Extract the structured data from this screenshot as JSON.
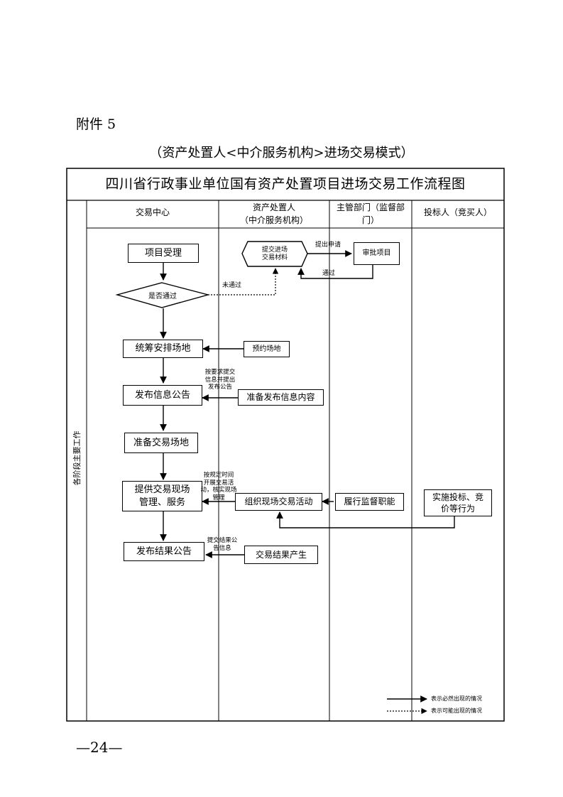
{
  "attachment_label": "附件 5",
  "subtitle": "（资产处置人<中介服务机构>进场交易模式）",
  "title": "四川省行政事业单位国有资产处置项目进场交易工作流程图",
  "columns": {
    "side_label": "各阶段主要工作",
    "trading_center": "交易中心",
    "disposer_line1": "资产处置人",
    "disposer_line2": "（中介服务机构）",
    "authority_line1": "主管部门（监督部",
    "authority_line2": "门）",
    "bidder": "投标人（竞买人）"
  },
  "nodes": {
    "accept": "项目受理",
    "pass_check": "是否通过",
    "submit_line1": "提交进场",
    "submit_line2": "交易材料",
    "approve": "审批项目",
    "schedule_venue": "统筹安排场地",
    "reserve_venue": "预约场地",
    "publish_notice": "发布信息公告",
    "prepare_info": "准备发布信息内容",
    "prepare_venue": "准备交易场地",
    "provide_line1": "提供交易现场",
    "provide_line2": "管理、服务",
    "organize": "组织现场交易活动",
    "supervise": "履行监督职能",
    "bidding_line1": "实施投标、竞",
    "bidding_line2": "价等行为",
    "publish_result": "发布结果公告",
    "result_produced": "交易结果产生"
  },
  "edge_labels": {
    "apply": "提出申请",
    "approved": "通过",
    "not_passed": "未通过",
    "submit_info_l1": "按要求提交",
    "submit_info_l2": "信息并提出",
    "submit_info_l3": "发布公告",
    "on_time_l1": "按规定时间",
    "on_time_l2": "开展交易活",
    "on_time_l3": "动，核实现场",
    "on_time_l4": "管理",
    "submit_result_l1": "提交结果公",
    "submit_result_l2": "告信息"
  },
  "legend": {
    "solid": "表示必然出现的情况",
    "dotted": "表示可能出现的情况"
  },
  "page_number": "—24—"
}
